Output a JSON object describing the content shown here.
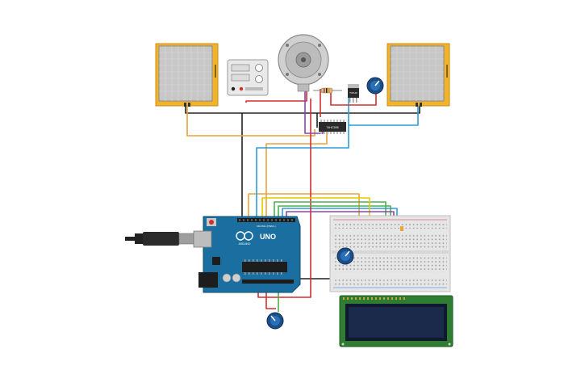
{
  "components": {
    "arduino": {
      "brand": "ARDUINO",
      "model": "UNO",
      "header_label": "DIGITAL (PWM~)"
    },
    "mosfet": {
      "label": "TIP120"
    },
    "driver_ic": {
      "label": "74HC595"
    }
  },
  "colors": {
    "wire_black": "#222222",
    "wire_red": "#d32f2f",
    "wire_orange": "#e8a33a",
    "wire_blue": "#2b9fd9",
    "wire_green": "#4caf50",
    "wire_yellow": "#e6c800",
    "wire_purple": "#8e44ad",
    "arduino_blue": "#1a6fa0",
    "panel_gold": "#f2b32a",
    "lcd_green": "#2e7d32",
    "lcd_screen": "#1b2a4a",
    "knob": "#1a4f8a"
  }
}
